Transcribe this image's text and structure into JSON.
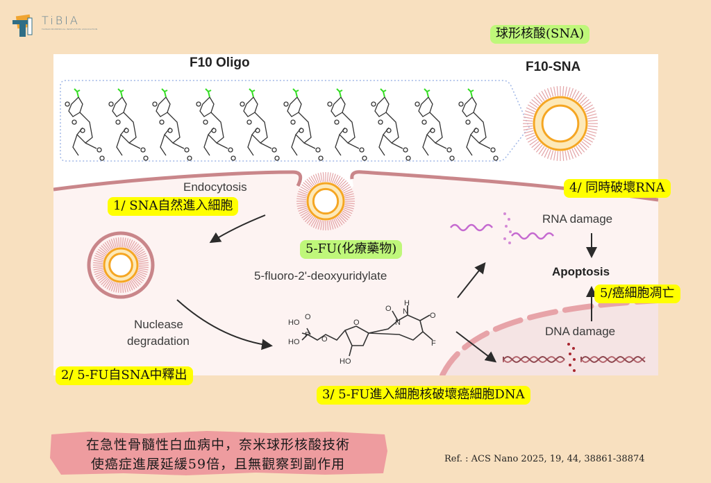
{
  "logo": {
    "name": "TiBIA",
    "subtitle": "TAIWAN BIOMEDICAL INNOVATION ASSOCIATION"
  },
  "colors": {
    "page_bg": "#f8e0bf",
    "yellow_highlight": "#ffff00",
    "green_highlight": "#bff77a",
    "membrane": "#c9868a",
    "sna_core": "#f5a623",
    "cytoplasm": "#fdf3f2",
    "nucleus": "#f5e4e4",
    "rna": "#c56ad0",
    "dna": "#b5676f",
    "fluorine": "#33dd22",
    "summary_brush": "#ee9c9f"
  },
  "figure": {
    "oligo_title": "F10 Oligo",
    "sna_title": "F10-SNA",
    "endocytosis": "Endocytosis",
    "nuclease_line1": "Nuclease",
    "nuclease_line2": "degradation",
    "compound_name": "5-fluoro-2'-deoxyuridylate",
    "rna_damage": "RNA damage",
    "apoptosis": "Apoptosis",
    "dna_damage": "DNA damage",
    "oligo_units": 10,
    "molecule_atoms": {
      "ho1": "HO",
      "ho2": "HO",
      "o_top": "O",
      "p": "P",
      "o_link": "O",
      "o_ring": "O",
      "ho3": "HO",
      "n1": "N",
      "h": "H",
      "n3": "N",
      "o2": "O",
      "o4": "O",
      "f": "F"
    }
  },
  "annotations": {
    "sna_label": "球形核酸(SNA)",
    "step1": "1/ SNA自然進入細胞",
    "drug_label": "5-FU(化療藥物)",
    "step2": "2/ 5-FU自SNA中釋出",
    "step3": "3/ 5-FU進入細胞核破壞癌細胞DNA",
    "step4": "4/ 同時破壞RNA",
    "step5": "5/癌細胞凋亡"
  },
  "summary": {
    "line1": "在急性骨髓性白血病中，奈米球形核酸技術",
    "line2": "使癌症進展延緩59倍，且無觀察到副作用"
  },
  "reference": "Ref. : ACS Nano 2025, 19, 44, 38861-38874"
}
